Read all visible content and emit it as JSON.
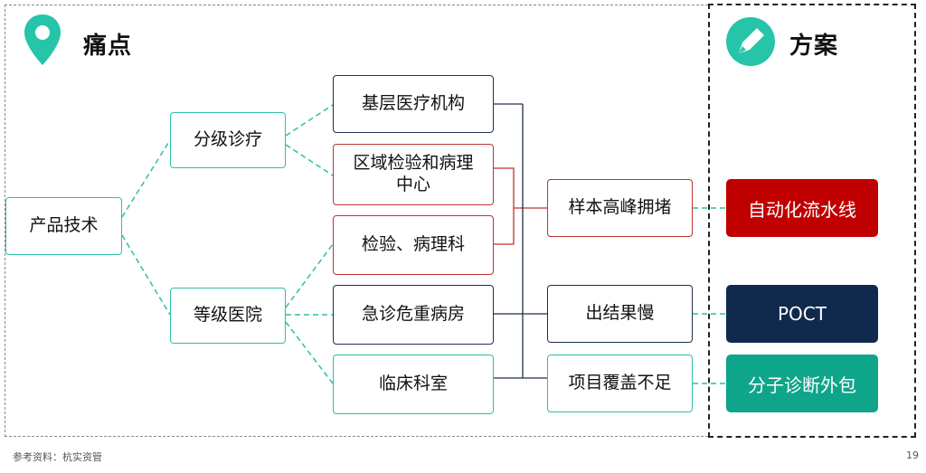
{
  "header": {
    "pain_title": "痛点",
    "solution_title": "方案",
    "pain_icon": "location-pin-icon",
    "solution_icon": "pencil-icon"
  },
  "colors": {
    "teal": "#2bbfa6",
    "navy": "#1f2f4c",
    "red": "#c0342e",
    "solution_red": "#c00000",
    "solution_navy": "#0f2a4d",
    "solution_teal": "#0fa58a"
  },
  "nodes": {
    "product_tech": "产品技术",
    "tiered_care": "分级诊疗",
    "grade_hospital": "等级医院",
    "primary_care": "基层医疗机构",
    "regional_center": "区域检验和病理中心",
    "lab_pathology": "检验、病理科",
    "emergency_ward": "急诊危重病房",
    "clinical_dept": "临床科室",
    "sample_peak": "样本高峰拥堵",
    "slow_results": "出结果慢",
    "insufficient_coverage": "项目覆盖不足"
  },
  "solutions": {
    "automation": "自动化流水线",
    "poct": "POCT",
    "outsourcing": "分子诊断外包"
  },
  "footer": {
    "source": "参考资料：杭实资管",
    "page_number": "19"
  }
}
